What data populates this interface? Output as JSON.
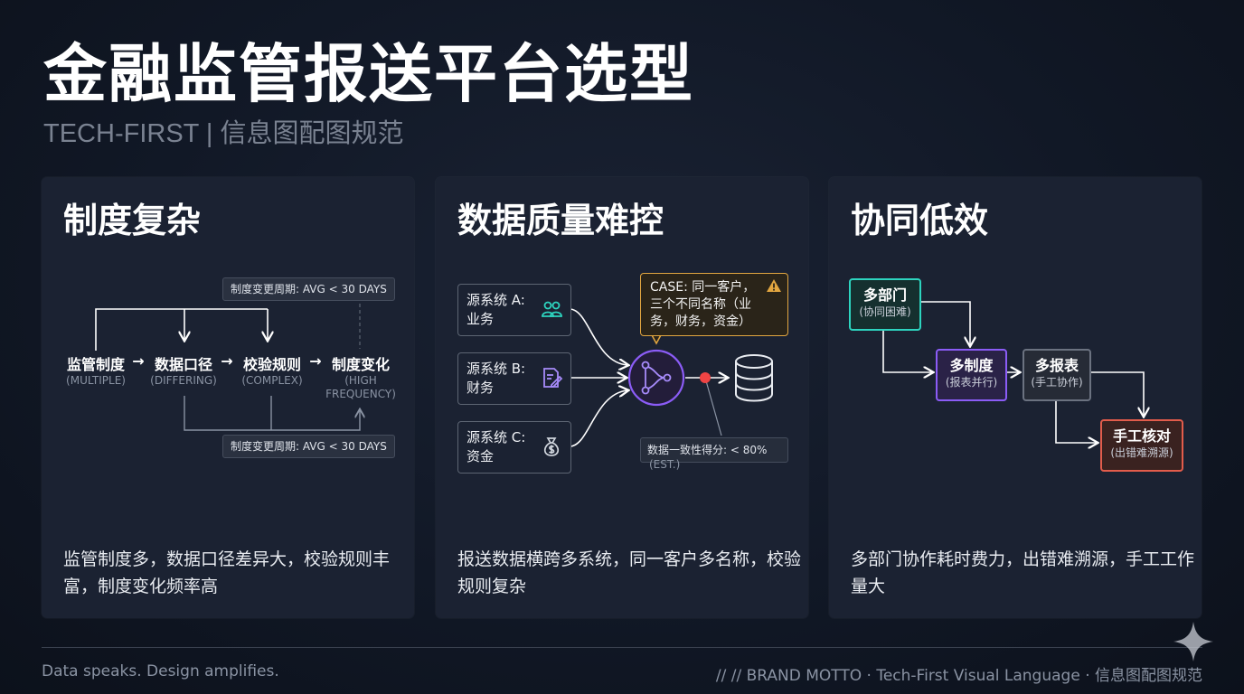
{
  "header": {
    "title": "金融监管报送平台选型",
    "subtitle": "TECH-FIRST | 信息图配图规范"
  },
  "cards": [
    {
      "title": "制度复杂",
      "description": "监管制度多，数据口径差异大，校验规则丰富，制度变化频率高",
      "tag_top": "制度变更周期: AVG < 30 DAYS",
      "tag_bottom": "制度变更周期: AVG < 30 DAYS",
      "nodes": [
        {
          "main": "监管制度",
          "sub": "(MULTIPLE)"
        },
        {
          "main": "数据口径",
          "sub": "(DIFFERING)"
        },
        {
          "main": "校验规则",
          "sub": "(COMPLEX)"
        },
        {
          "main": "制度变化",
          "sub": "(HIGH",
          "sub2": "FREQUENCY)"
        }
      ],
      "arrow_glyph": "→"
    },
    {
      "title": "数据质量难控",
      "description": "报送数据横跨多系统，同一客户多名称，校验规则复杂",
      "sources": [
        {
          "label": "源系统 A: 业务",
          "icon": "users-icon"
        },
        {
          "label": "源系统 B: 财务",
          "icon": "document-edit-icon"
        },
        {
          "label": "源系统 C: 资金",
          "icon": "money-bag-icon"
        }
      ],
      "case_text": "CASE: 同一客户，三个不同名称（业务，财务，资金）",
      "hub_icon": "merge-flow-icon",
      "db_icon": "database-icon",
      "score_text": "数据一致性得分: < 80%",
      "score_sub": "(EST.)",
      "accent": "#8b5cf6",
      "warning_color": "#e2a640",
      "dot_color": "#ef4444"
    },
    {
      "title": "协同低效",
      "description": "多部门协作耗时费力，出错难溯源，手工工作量大",
      "nodes": [
        {
          "main": "多部门",
          "sub": "(协同困难)",
          "color": "#2dd4bf"
        },
        {
          "main": "多制度",
          "sub": "(报表并行)",
          "color": "#8b5cf6"
        },
        {
          "main": "多报表",
          "sub": "(手工协作)",
          "color": "#6b7280"
        },
        {
          "main": "手工核对",
          "sub": "(出错难溯源)",
          "color": "#e25c4b"
        }
      ]
    }
  ],
  "footer": {
    "left": "Data speaks. Design amplifies.",
    "right": "// // BRAND MOTTO · Tech-First Visual Language · 信息图配图规范"
  },
  "logo_icon": "sparkle-icon"
}
